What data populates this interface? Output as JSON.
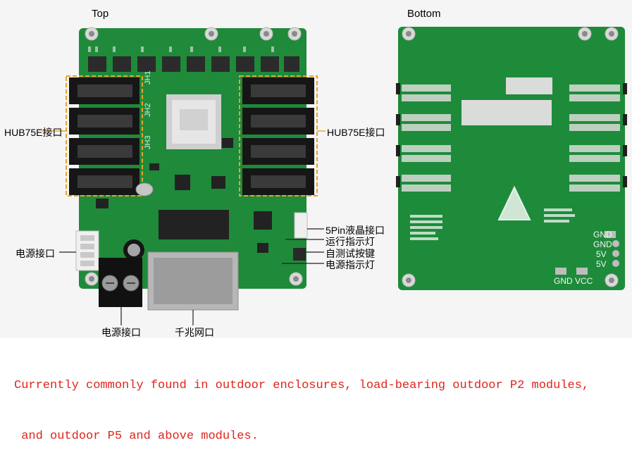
{
  "views": {
    "top_title": "Top",
    "bottom_title": "Bottom"
  },
  "labels": {
    "hub_left": "HUB75E接口",
    "hub_right": "HUB75E接口",
    "power_left": "电源接口",
    "power_bottom": "电源接口",
    "gigabit_port": "千兆网口",
    "lcd_port": "5Pin液晶接口",
    "run_led": "运行指示灯",
    "self_test_button": "自测试按键",
    "power_led": "电源指示灯"
  },
  "silkscreen": {
    "jh1": "JH1",
    "jh2": "JH2",
    "jh3": "JH3",
    "gnd1": "GND",
    "gnd2": "GND",
    "v5a": "5V",
    "v5b": "5V",
    "gnd_bottom": "GND",
    "vcc": "VCC"
  },
  "caption": {
    "line1": "Currently commonly found in outdoor enclosures, load-bearing outdoor P2 modules,",
    "line2": " and outdoor P5 and above modules."
  },
  "colors": {
    "pcb_green": "#1f8a3a",
    "pcb_dark": "#136b2b",
    "connector_outline": "#e8a22a",
    "caption_red": "#e0241b"
  }
}
